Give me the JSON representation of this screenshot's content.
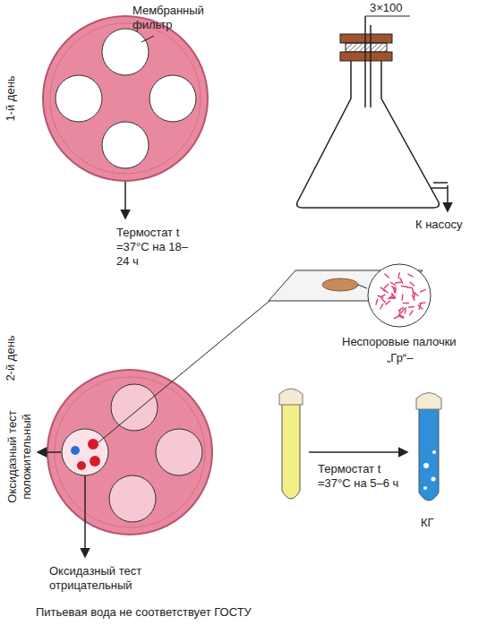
{
  "diagram": {
    "labels": [
      "Мембранный фильтр",
      "3×100",
      "1-й день",
      "К насосу",
      "Термостат t =37°C на 18–24 ч",
      "2-й день",
      "Оксидазный тест положительный",
      "Неспоровые палочки",
      "„Гр“–",
      "Термостат t =37°C на 5–6 ч",
      "КГ",
      "Оксидазный тест отрицательный",
      "Питьевая вода не соответствует ГОСТУ"
    ]
  }
}
